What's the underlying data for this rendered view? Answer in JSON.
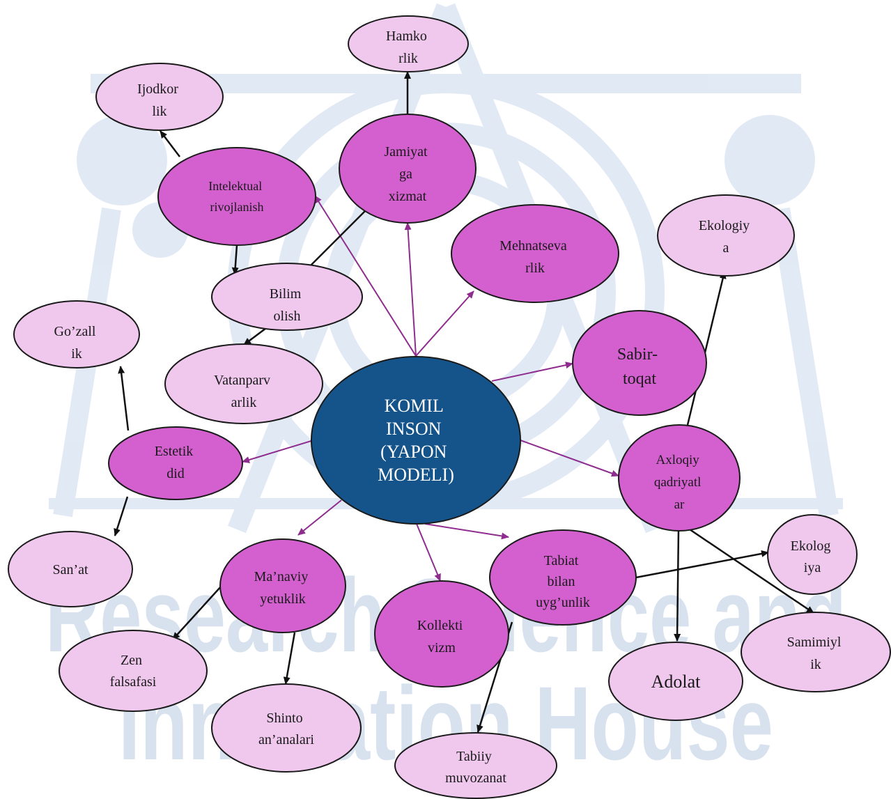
{
  "colors": {
    "center_fill": "#15548a",
    "primary_fill": "#d460d0",
    "secondary_fill": "#f0c8ee",
    "outline": "#1a1a1a",
    "arrow_purple": "#8e2d8e",
    "arrow_black": "#111111",
    "watermark": "#b9cbe3"
  },
  "watermark": {
    "line1": "Research Science and",
    "line2": "Innovation House"
  },
  "center": {
    "lines": [
      "KOMIL",
      "INSON",
      "(YAPON",
      "MODELI)"
    ]
  },
  "nodes": {
    "hamkorlik": [
      "Hamko",
      "rlik"
    ],
    "ijodkorlik": [
      "Ijodkor",
      "lik"
    ],
    "jamiyatga_xizmat": [
      "Jamiyat",
      "ga",
      "xizmat"
    ],
    "intelektual_rivojlanish": [
      "Intelektual",
      "rivojlanish"
    ],
    "mehnatsevarlik": [
      "Mehnatseva",
      "rlik"
    ],
    "ekologiya_top": [
      "Ekologiy",
      "a"
    ],
    "bilim_olish": [
      "Bilim",
      "olish"
    ],
    "gozallik": [
      "Go’zall",
      "ik"
    ],
    "sabr_toqat": [
      "Sabir-",
      "toqat"
    ],
    "vatanparvarlik": [
      "Vatanparv",
      "arlik"
    ],
    "estetik_did": [
      "Estetik",
      "did"
    ],
    "axloqiy_qadriyatlar": [
      "Axloqiy",
      "qadriyatl",
      "ar"
    ],
    "sanat": [
      "San’at"
    ],
    "manaviy_yetuklik": [
      "Ma’naviy",
      "yetuklik"
    ],
    "tabiat_bilan_uygunlik": [
      "Tabiat",
      "bilan",
      "uyg’unlik"
    ],
    "ekologiya_right": [
      "Ekolog",
      "iya"
    ],
    "kollektivizm": [
      "Kollekti",
      "vizm"
    ],
    "zen_falsafasi": [
      "Zen",
      "falsafasi"
    ],
    "samimiylik": [
      "Samimiyl",
      "ik"
    ],
    "adolat": [
      "Adolat"
    ],
    "shinto_ananalari": [
      "Shinto",
      "an’analari"
    ],
    "tabiiy_muvozanat": [
      "Tabiiy",
      "muvozanat"
    ]
  }
}
